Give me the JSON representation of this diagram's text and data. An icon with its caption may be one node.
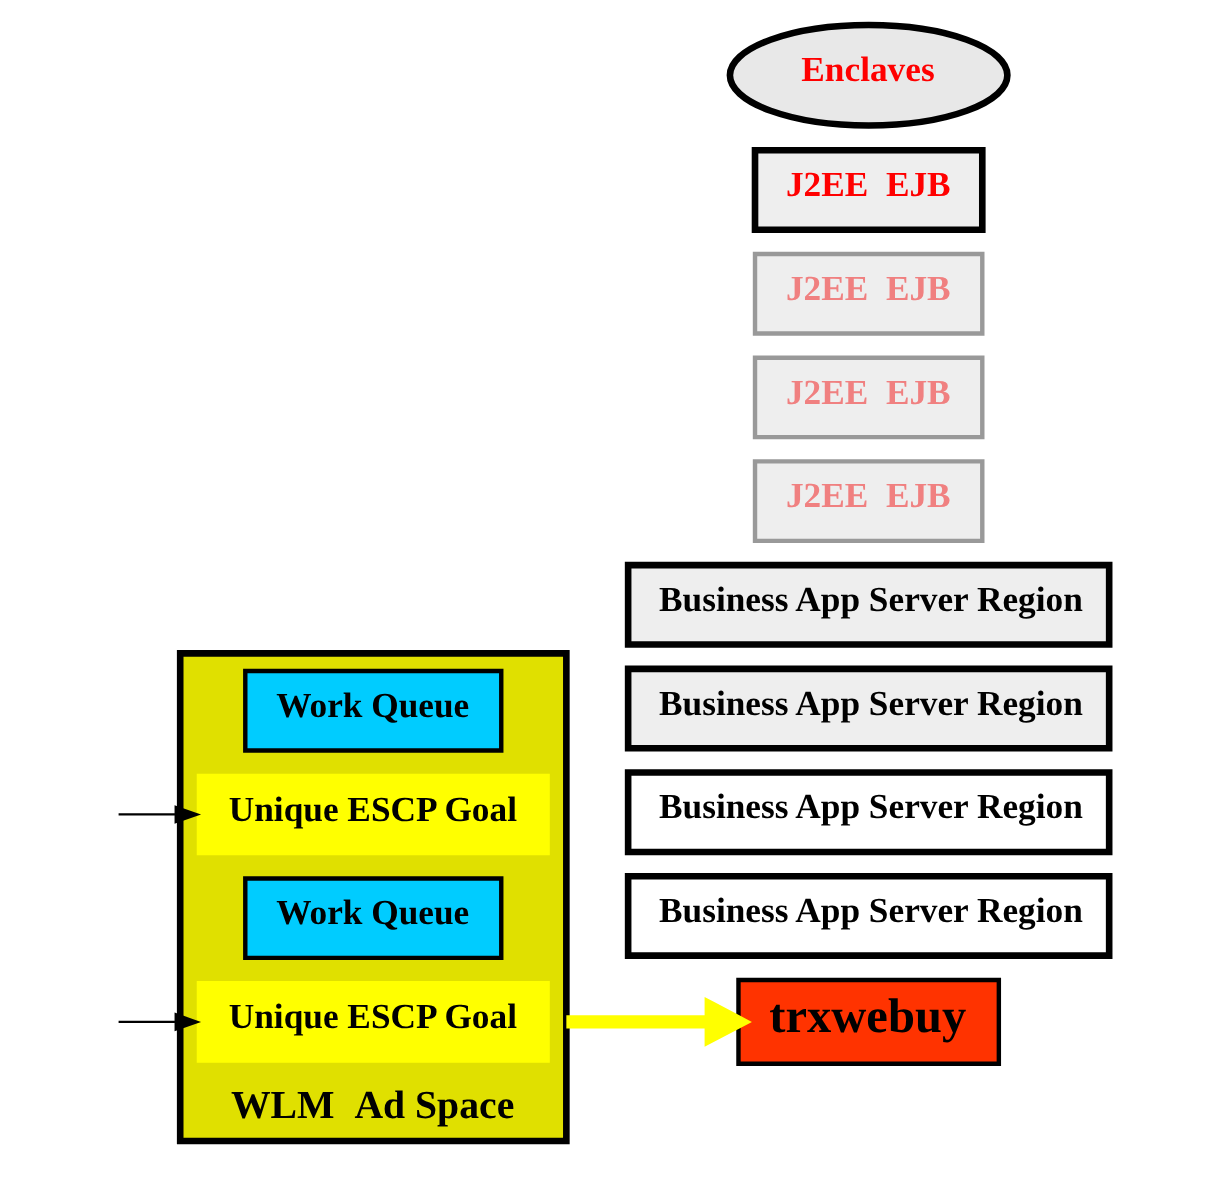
{
  "diagram": {
    "nodes": [
      {
        "text": [
          "WLM  Ad Space"
        ]
      },
      {
        "text": [
          "Work Queue"
        ],
        "in": 0
      },
      {
        "text": [
          "Unique ESCP Goal"
        ],
        "in": 0
      },
      {
        "text": [
          "Work Queue"
        ],
        "in": 0
      },
      {
        "text": [
          "Unique ESCP Goal"
        ],
        "in": 0
      },
      {
        "text": [
          "Business App Server Region"
        ]
      },
      {
        "text": [
          "Business App Server Region"
        ]
      },
      {
        "text": [
          "Business App Server Region"
        ]
      },
      {
        "text": [
          "Business App Server Region"
        ]
      },
      {
        "text": [
          "J2EE  EJB"
        ]
      },
      {
        "text": [
          "J2EE  EJB"
        ]
      },
      {
        "text": [
          "J2EE  EJB"
        ]
      },
      {
        "text": [
          "J2EE  EJB"
        ]
      },
      {
        "text": [
          "Enclaves"
        ]
      },
      {
        "text": [
          "trxwebuy"
        ]
      }
    ],
    "edges": [
      {
        "from": null,
        "to": 2,
        "arrow": "to"
      },
      {
        "from": null,
        "to": 4,
        "arrow": "to"
      },
      {
        "from": 0,
        "to": 14,
        "arrow": "to",
        "style": "thick",
        "color": "#ffff00"
      }
    ]
  }
}
